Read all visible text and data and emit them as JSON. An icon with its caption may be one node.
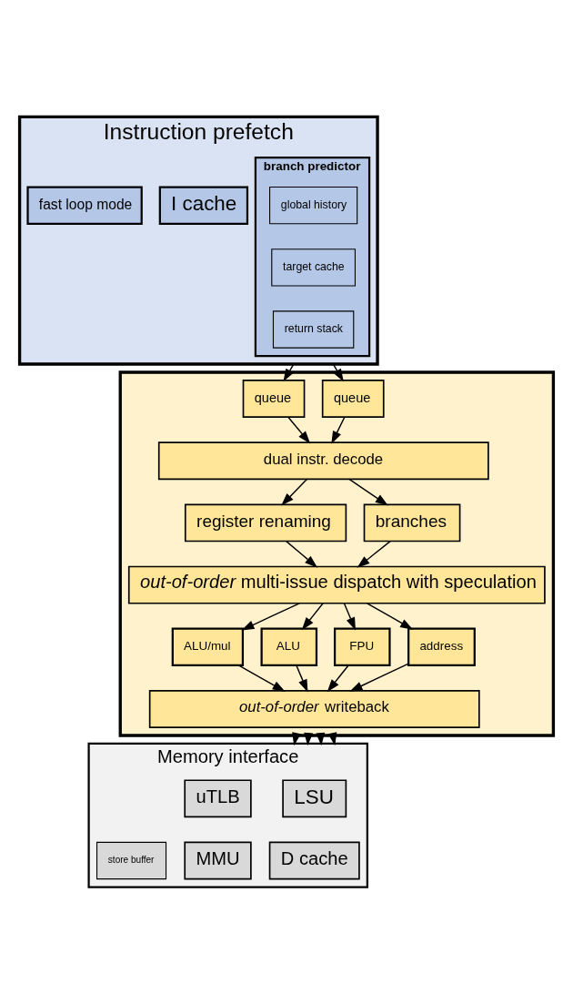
{
  "diagram": {
    "nodes": [
      {
        "text": [
          "Instruction prefetch"
        ]
      },
      {
        "text": [
          "I cache"
        ],
        "in": 0
      },
      {
        "text": [
          "fast loop mode"
        ],
        "in": 0
      },
      {
        "text": [
          "branch predictor"
        ],
        "in": 0
      },
      {
        "text": [
          "global history"
        ],
        "in": 3
      },
      {
        "text": [
          "target cache"
        ],
        "in": 3
      },
      {
        "text": [
          "return stack"
        ],
        "in": 3
      },
      {
        "text": [],
        "shape": "box"
      },
      {
        "text": [
          "queue"
        ],
        "in": 7
      },
      {
        "text": [
          "queue"
        ],
        "in": 7
      },
      {
        "text": [
          "dual instr. decode"
        ],
        "in": 7
      },
      {
        "text": [
          "register renaming"
        ],
        "in": 7
      },
      {
        "text": [
          "branches"
        ],
        "in": 7
      },
      {
        "text": [
          "*out-of-order* multi-issue dispatch with speculation"
        ],
        "in": 7
      },
      {
        "text": [
          "ALU/mul"
        ],
        "in": 7
      },
      {
        "text": [
          "ALU"
        ],
        "in": 7
      },
      {
        "text": [
          "FPU"
        ],
        "in": 7
      },
      {
        "text": [
          "address"
        ],
        "in": 7
      },
      {
        "text": [
          "*out-of-order* writeback"
        ],
        "in": 7
      },
      {
        "text": [
          "Memory interface"
        ]
      },
      {
        "text": [
          "LSU"
        ],
        "in": 19
      },
      {
        "text": [
          "uTLB"
        ],
        "in": 19
      },
      {
        "text": [
          "D cache"
        ],
        "in": 19
      },
      {
        "text": [
          "store buffer"
        ],
        "in": 19
      },
      {
        "text": [
          "MMU"
        ],
        "in": 19
      }
    ],
    "edges": [
      {
        "from": 0,
        "to": 8,
        "arrow": "to"
      },
      {
        "from": 0,
        "to": 9,
        "arrow": "to"
      },
      {
        "from": 8,
        "to": 10,
        "arrow": "to"
      },
      {
        "from": 9,
        "to": 10,
        "arrow": "to"
      },
      {
        "from": 10,
        "to": 11,
        "arrow": "to"
      },
      {
        "from": 10,
        "to": 12,
        "arrow": "to"
      },
      {
        "from": 11,
        "to": 13,
        "arrow": "to"
      },
      {
        "from": 12,
        "to": 13,
        "arrow": "to"
      },
      {
        "from": 13,
        "to": 14,
        "arrow": "to"
      },
      {
        "from": 13,
        "to": 15,
        "arrow": "to"
      },
      {
        "from": 13,
        "to": 16,
        "arrow": "to"
      },
      {
        "from": 13,
        "to": 17,
        "arrow": "to"
      },
      {
        "from": 14,
        "to": 18,
        "arrow": "to"
      },
      {
        "from": 15,
        "to": 18,
        "arrow": "to"
      },
      {
        "from": 16,
        "to": 18,
        "arrow": "to"
      },
      {
        "from": 17,
        "to": 18,
        "arrow": "to"
      },
      {
        "from": 7,
        "to": 19,
        "arrow": "to"
      },
      {
        "from": 7,
        "to": 19,
        "arrow": "to"
      },
      {
        "from": 7,
        "to": 19,
        "arrow": "to"
      },
      {
        "from": 7,
        "to": 19,
        "arrow": "to"
      }
    ]
  }
}
